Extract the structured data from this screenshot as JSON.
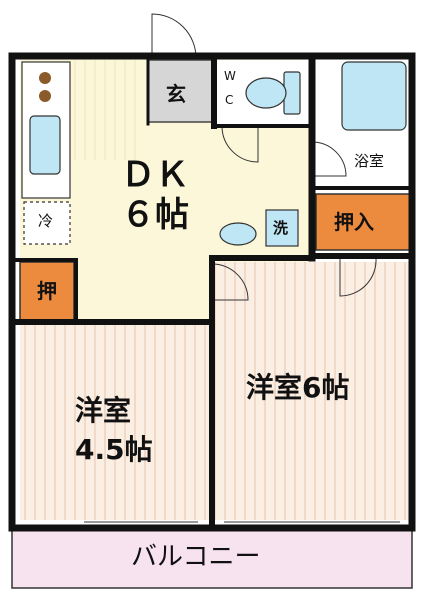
{
  "floorplan": {
    "rooms": {
      "dk_line1": "ＤＫ",
      "dk_line2": "６帖",
      "western_room_a_line1": "洋室",
      "western_room_a_line2": "4.5帖",
      "western_room_b": "洋室6帖",
      "bathroom": "浴室",
      "entrance": "玄",
      "toilet_w": "W",
      "toilet_c": "C",
      "washer": "洗",
      "fridge": "冷",
      "closet_small": "押",
      "closet_large": "押入",
      "balcony": "バルコニー"
    },
    "colors": {
      "dk_floor": "#fbf7d8",
      "room_floor": "#fbeee3",
      "wet_area": "#ffffff",
      "closet": "#ec8a3d",
      "balcony": "#f7e2f0",
      "entrance": "#d6d6d6",
      "fixture": "#bfe6f4",
      "wall": "#111111"
    }
  }
}
